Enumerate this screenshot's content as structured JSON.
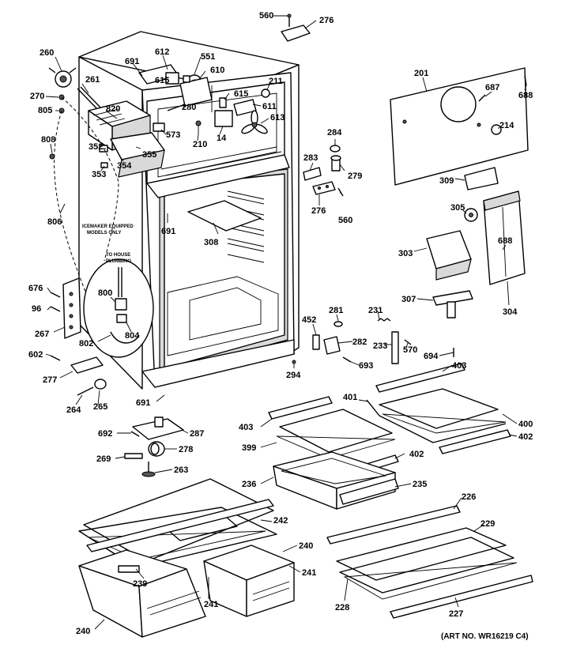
{
  "diagram": {
    "art_number": "(ART NO. WR16219 C4)",
    "notes": {
      "icemaker_line1": "ICEMAKER EQUIPPED",
      "icemaker_line2": "MODELS ONLY",
      "plumbing_line1": "TO HOUSE",
      "plumbing_line2": "PLUMBING"
    },
    "callouts": [
      "560",
      "276",
      "260",
      "691",
      "612",
      "551",
      "610",
      "261",
      "615",
      "211",
      "270",
      "805",
      "820",
      "280",
      "615",
      "611",
      "613",
      "808",
      "573",
      "210",
      "14",
      "352",
      "355",
      "354",
      "353",
      "201",
      "687",
      "688",
      "214",
      "284",
      "283",
      "279",
      "276",
      "560",
      "309",
      "691",
      "308",
      "806",
      "305",
      "303",
      "688",
      "676",
      "800",
      "96",
      "307",
      "304",
      "267",
      "802",
      "804",
      "452",
      "281",
      "231",
      "282",
      "233",
      "570",
      "294",
      "694",
      "403",
      "602",
      "277",
      "693",
      "691",
      "401",
      "400",
      "264",
      "265",
      "403",
      "402",
      "692",
      "287",
      "399",
      "402",
      "269",
      "278",
      "236",
      "235",
      "263",
      "226",
      "242",
      "229",
      "240",
      "241",
      "239",
      "241",
      "228",
      "227",
      "240"
    ]
  }
}
